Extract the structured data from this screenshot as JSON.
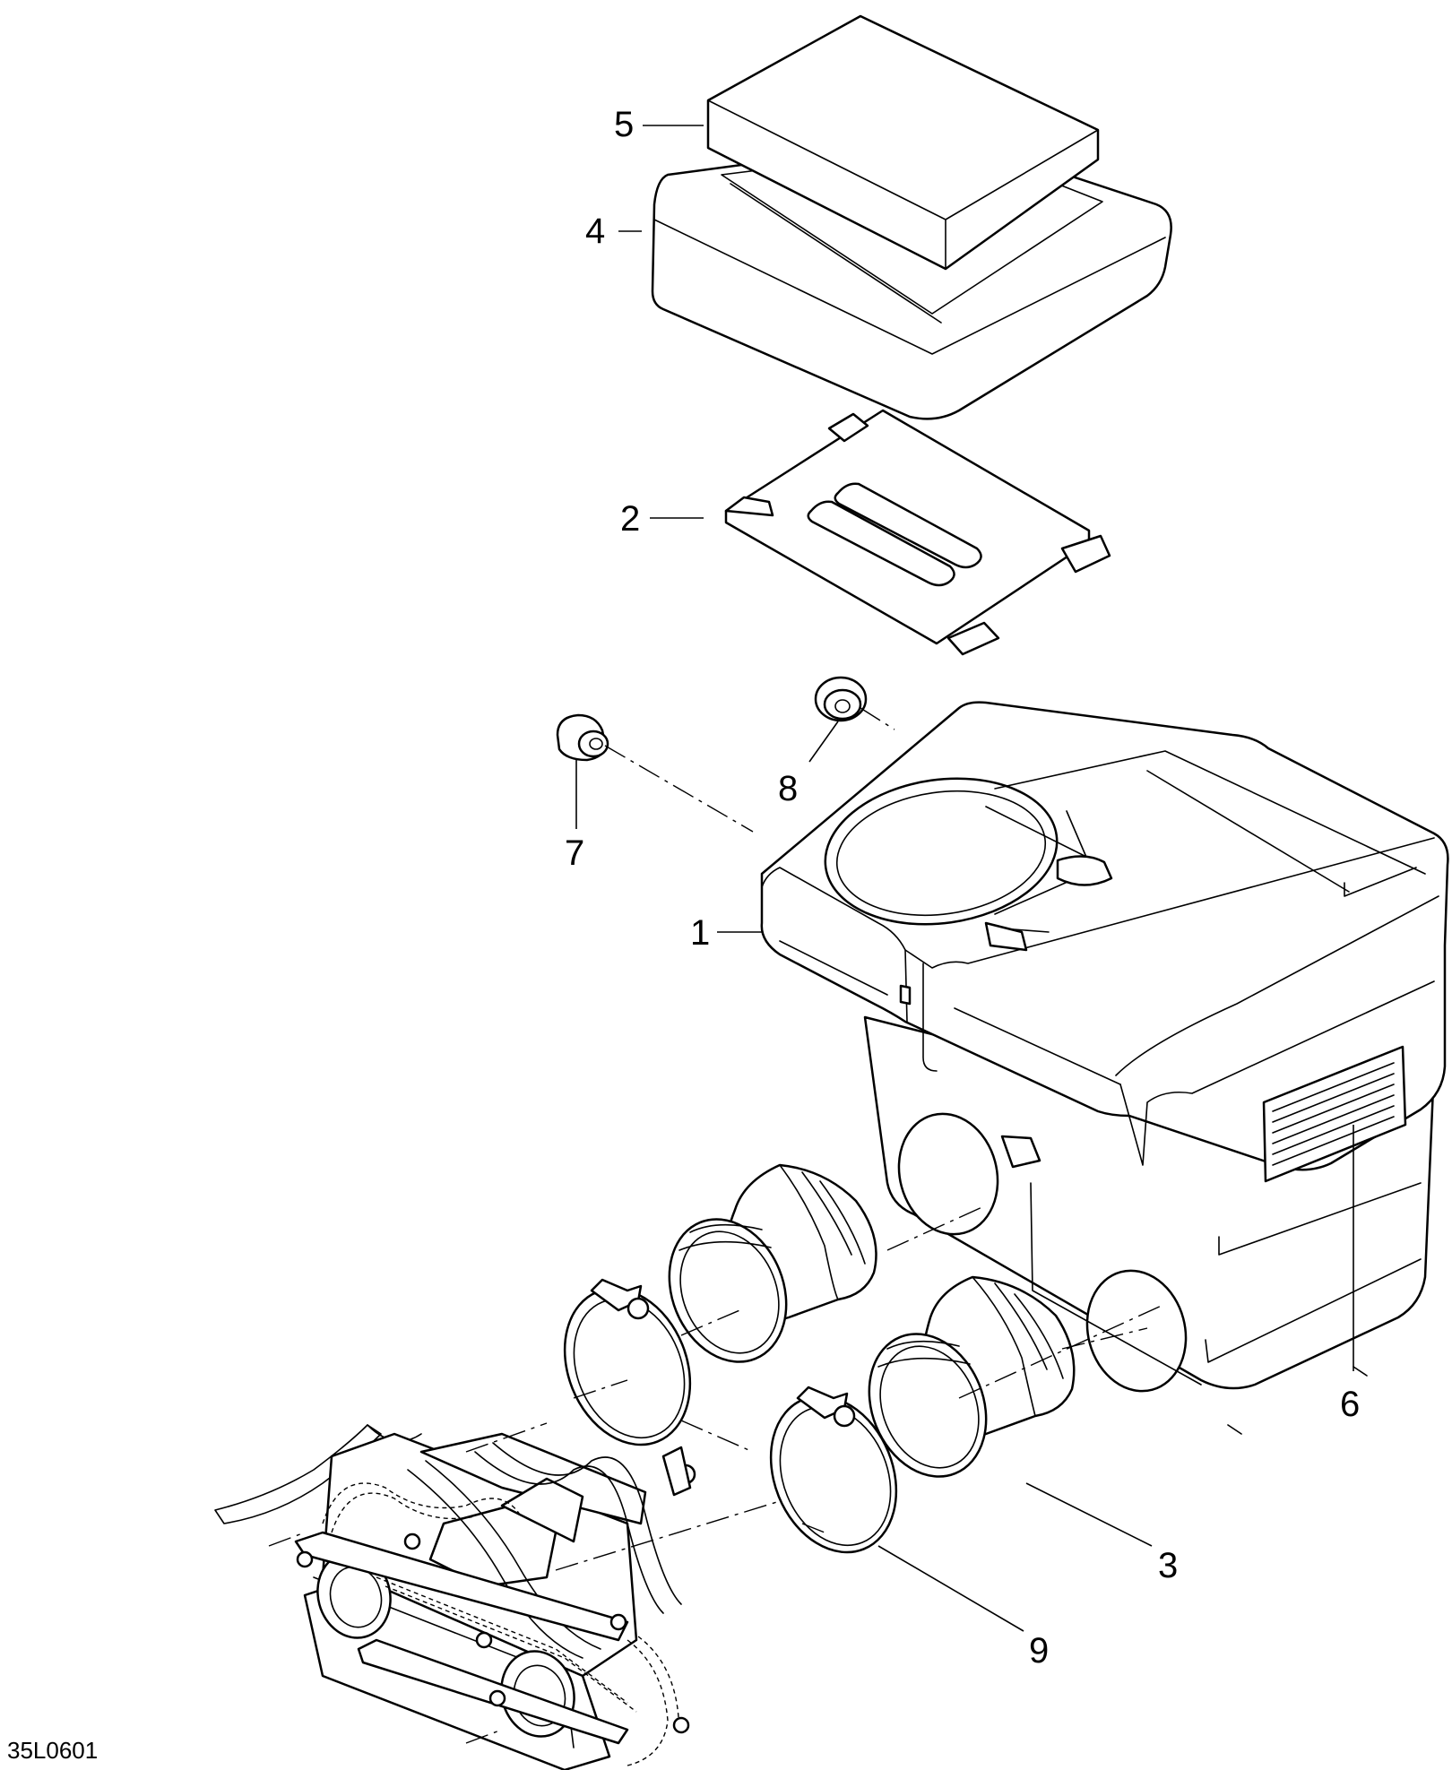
{
  "diagram": {
    "callouts": {
      "c1": "1",
      "c2": "2",
      "c3": "3",
      "c4": "4",
      "c5": "5",
      "c6": "6",
      "c7": "7",
      "c8": "8",
      "c9": "9"
    },
    "drawing_code": "35L0601"
  }
}
